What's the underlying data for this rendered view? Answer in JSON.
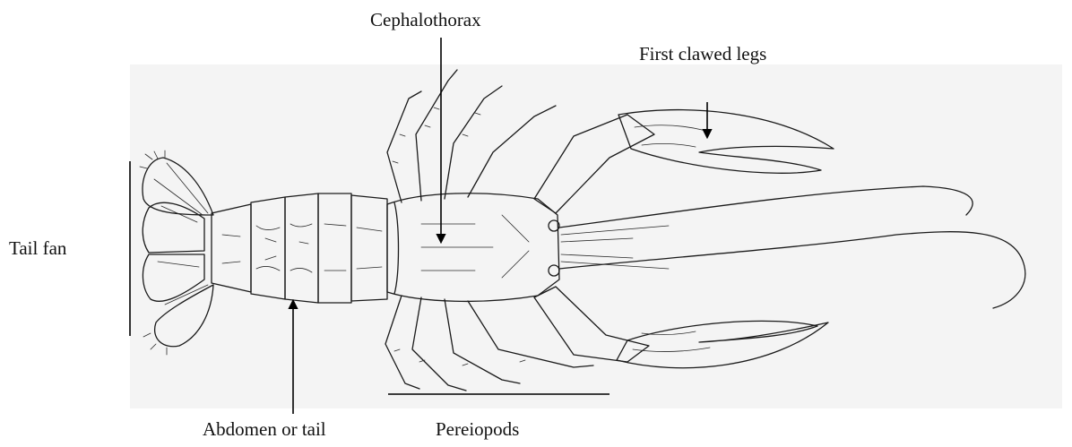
{
  "labels": {
    "cephalothorax": "Cephalothorax",
    "first_clawed_legs": "First clawed legs",
    "tail_fan": "Tail fan",
    "abdomen": "Abdomen or tail",
    "pereiopods": "Pereiopods"
  },
  "colors": {
    "ink": "#1a1a1a",
    "paper": "#ffffff",
    "background_tone": "#f4f4f4"
  }
}
